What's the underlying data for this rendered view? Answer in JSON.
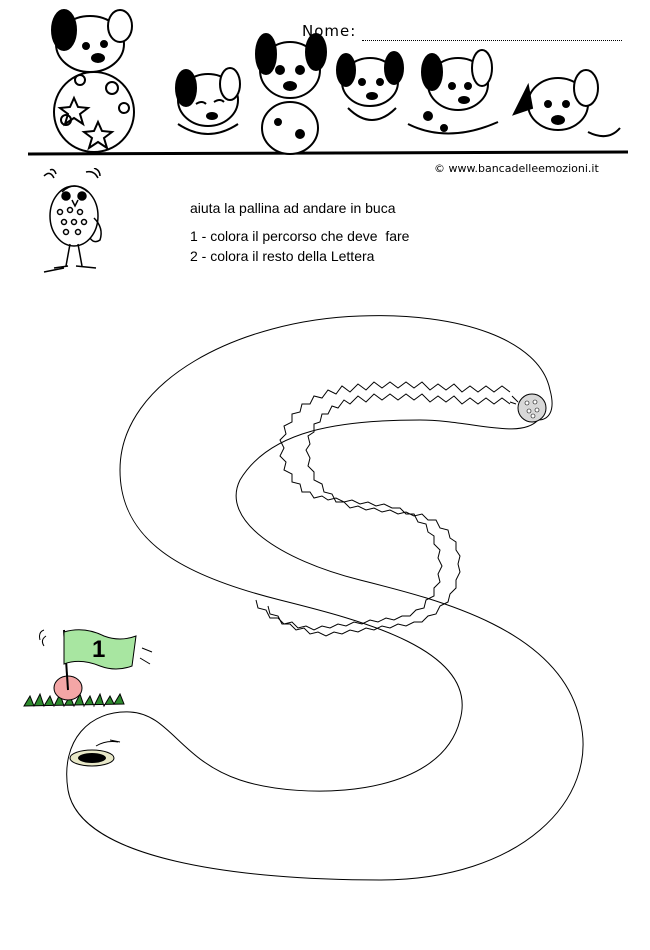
{
  "header": {
    "name_label": "Nome:",
    "copyright_symbol": "©",
    "copyright_site": "www.bancadelleemozioni.it"
  },
  "instructions": {
    "intro": "aiuta la pallina ad andare in buca",
    "step1": "1 - colora il percorso che deve  fare",
    "step2": "2 - colora il resto della Lettera"
  },
  "flag": {
    "number": "1",
    "color": "#a8e6a1"
  },
  "illustrations": {
    "header": "dalmatian-puppies",
    "mascot": "owl-icon",
    "ball": "golf-ball-icon",
    "hole": "golf-hole-icon"
  }
}
